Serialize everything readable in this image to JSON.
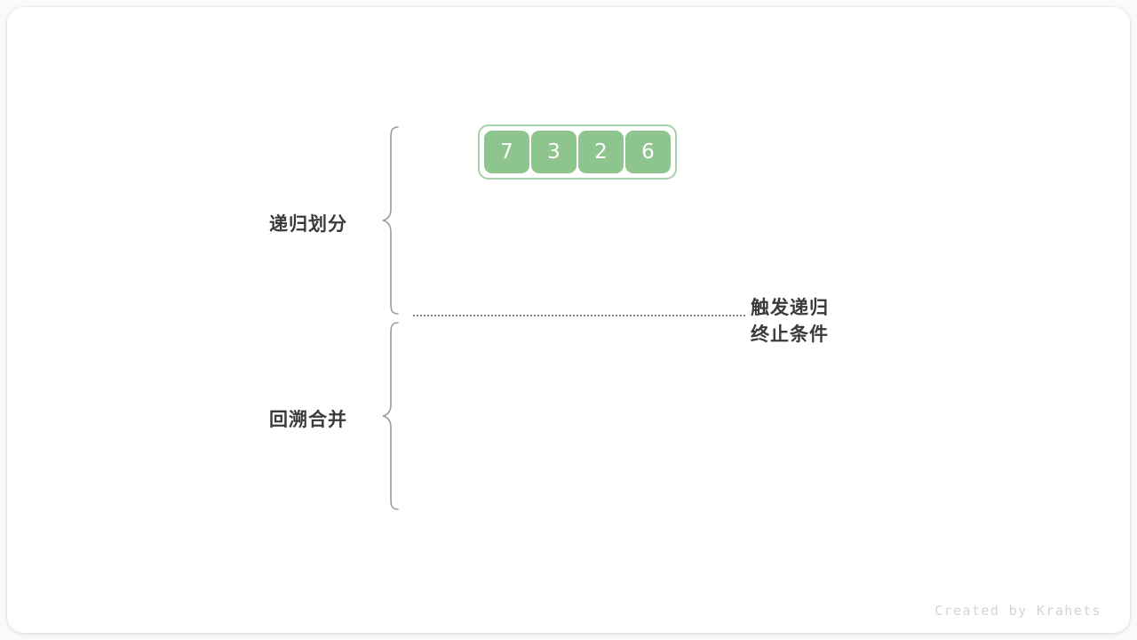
{
  "figure": {
    "title_implied": "merge-sort-recursion-diagram",
    "background_color": "#fafafa",
    "card_color": "#ffffff"
  },
  "array": {
    "values": [
      "7",
      "3",
      "2",
      "6"
    ],
    "cell_fill": "#8ec48e",
    "cell_text_color": "#ffffff",
    "container_border_color": "#a9d0a9"
  },
  "sections": [
    {
      "id": "divide",
      "label": "递归划分"
    },
    {
      "id": "merge",
      "label": "回溯合并"
    }
  ],
  "annotation": {
    "line1": "触发递归",
    "line2": "终止条件",
    "color": "#3a3a3a"
  },
  "divider": {
    "style": "dotted",
    "color": "#808080"
  },
  "watermark": {
    "text": "Created by Krahets",
    "color": "#d4d4d4"
  }
}
